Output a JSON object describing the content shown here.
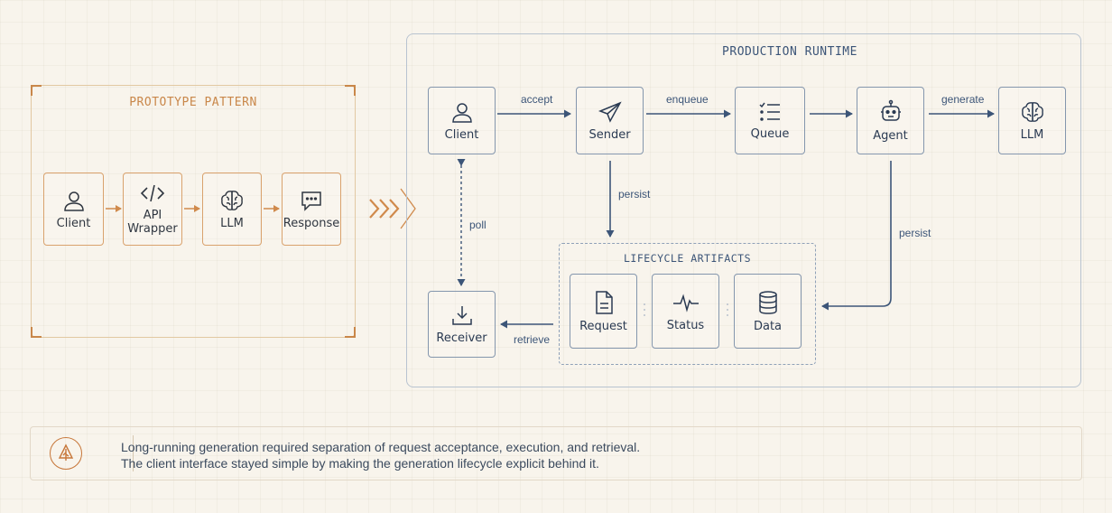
{
  "prototype": {
    "title": "PROTOTYPE PATTERN",
    "nodes": [
      {
        "label": "Client",
        "icon": "user-icon"
      },
      {
        "label": "API\nWrapper",
        "icon": "code-icon"
      },
      {
        "label": "LLM",
        "icon": "brain-icon"
      },
      {
        "label": "Response",
        "icon": "chat-icon"
      }
    ]
  },
  "production": {
    "title": "PRODUCTION RUNTIME",
    "nodes": {
      "client": {
        "label": "Client",
        "icon": "user-icon"
      },
      "sender": {
        "label": "Sender",
        "icon": "paper-plane-icon"
      },
      "queue": {
        "label": "Queue",
        "icon": "list-icon"
      },
      "agent": {
        "label": "Agent",
        "icon": "robot-icon"
      },
      "llm": {
        "label": "LLM",
        "icon": "brain-icon"
      },
      "receiver": {
        "label": "Receiver",
        "icon": "download-icon"
      }
    },
    "edges": {
      "accept": "accept",
      "enqueue": "enqueue",
      "generate": "generate",
      "persist_sender": "persist",
      "persist_agent": "persist",
      "poll": "poll",
      "retrieve": "retrieve"
    },
    "lifecycle": {
      "title": "LIFECYCLE ARTIFACTS",
      "items": {
        "request": {
          "label": "Request",
          "icon": "document-icon"
        },
        "status": {
          "label": "Status",
          "icon": "pulse-icon"
        },
        "data": {
          "label": "Data",
          "icon": "database-icon"
        }
      }
    }
  },
  "footer": {
    "icon": "tree-badge-icon",
    "line1": "Long-running generation required separation of request acceptance, execution, and retrieval.",
    "line2": "The client interface stayed simple by making the generation lifecycle explicit behind it."
  },
  "colors": {
    "background": "#f8f4ec",
    "prototype_accent": "#c9874a",
    "production_accent": "#3c5578"
  }
}
